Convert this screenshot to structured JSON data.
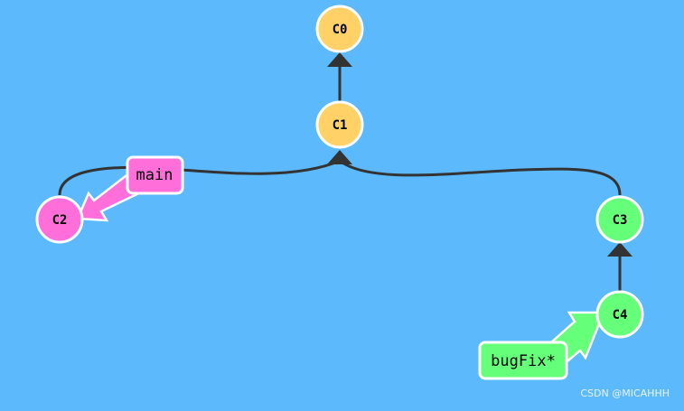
{
  "colors": {
    "background": "#5cbafc",
    "edge": "#333333",
    "commit_main": "#ffd166",
    "commit_pink": "#ff6ed9",
    "commit_green": "#66ff7a",
    "outline": "#ffffff"
  },
  "commits": [
    {
      "id": "c0",
      "label": "C0",
      "color": "#ffd166"
    },
    {
      "id": "c1",
      "label": "C1",
      "color": "#ffd166"
    },
    {
      "id": "c2",
      "label": "C2",
      "color": "#ff6ed9"
    },
    {
      "id": "c3",
      "label": "C3",
      "color": "#66ff7a"
    },
    {
      "id": "c4",
      "label": "C4",
      "color": "#66ff7a"
    }
  ],
  "edges": [
    {
      "from": "c1",
      "to": "c0"
    },
    {
      "from": "c2",
      "to": "c1"
    },
    {
      "from": "c3",
      "to": "c1"
    },
    {
      "from": "c4",
      "to": "c3"
    }
  ],
  "branches": [
    {
      "id": "main",
      "label": "main",
      "target": "c2",
      "color": "#ff6ed9"
    },
    {
      "id": "bugfix",
      "label": "bugFix*",
      "target": "c4",
      "color": "#66ff7a"
    }
  ],
  "watermark": "CSDN @MICAHHH"
}
